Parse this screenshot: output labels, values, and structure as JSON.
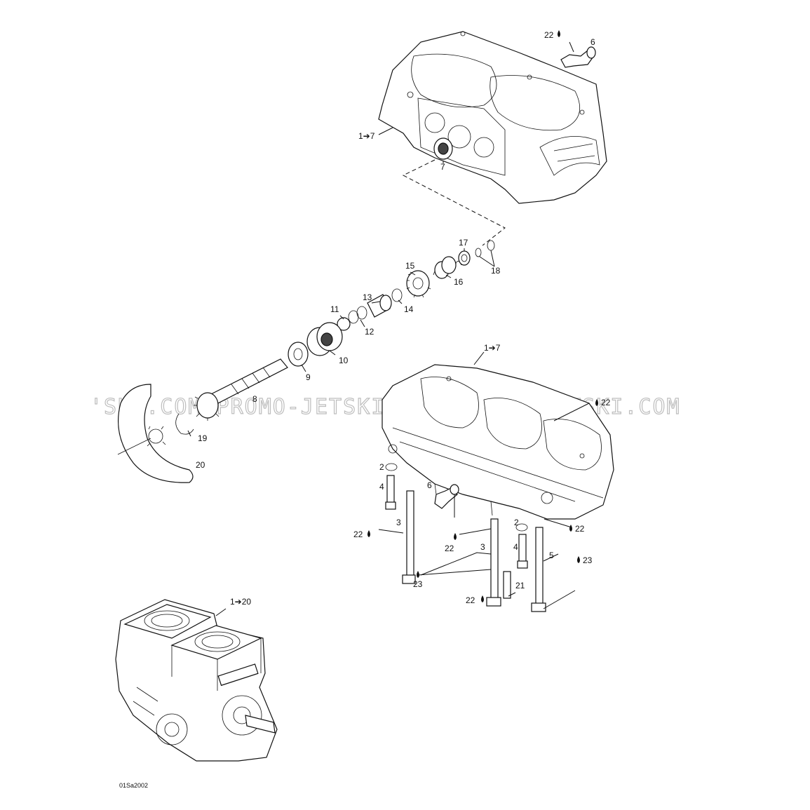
{
  "watermark": "'SKI.COM  PROMO-JETSKI.COM  PROMO-JETSKI.COM",
  "diagram_code": "01Sa2002",
  "callouts": [
    {
      "id": "c22a",
      "text": "22"
    },
    {
      "id": "c6a",
      "text": "6"
    },
    {
      "id": "c1to7a",
      "text": "1➔7"
    },
    {
      "id": "c7",
      "text": "7"
    },
    {
      "id": "c17",
      "text": "17"
    },
    {
      "id": "c18",
      "text": "18"
    },
    {
      "id": "c15",
      "text": "15"
    },
    {
      "id": "c16",
      "text": "16"
    },
    {
      "id": "c13",
      "text": "13"
    },
    {
      "id": "c14",
      "text": "14"
    },
    {
      "id": "c11",
      "text": "11"
    },
    {
      "id": "c12",
      "text": "12"
    },
    {
      "id": "c10",
      "text": "10"
    },
    {
      "id": "c9",
      "text": "9"
    },
    {
      "id": "c8",
      "text": "8"
    },
    {
      "id": "c19",
      "text": "19"
    },
    {
      "id": "c20",
      "text": "20"
    },
    {
      "id": "c1to7b",
      "text": "1➔7"
    },
    {
      "id": "c22b",
      "text": "22"
    },
    {
      "id": "c2a",
      "text": "2"
    },
    {
      "id": "c4a",
      "text": "4"
    },
    {
      "id": "c6b",
      "text": "6"
    },
    {
      "id": "c3a",
      "text": "3"
    },
    {
      "id": "c22c",
      "text": "22"
    },
    {
      "id": "c22d",
      "text": "22"
    },
    {
      "id": "c2b",
      "text": "2"
    },
    {
      "id": "c22e",
      "text": "22"
    },
    {
      "id": "c3b",
      "text": "3"
    },
    {
      "id": "c4b",
      "text": "4"
    },
    {
      "id": "c5",
      "text": "5"
    },
    {
      "id": "c23a",
      "text": "23"
    },
    {
      "id": "c23b",
      "text": "23"
    },
    {
      "id": "c21",
      "text": "21"
    },
    {
      "id": "c22f",
      "text": "22"
    },
    {
      "id": "c1to20",
      "text": "1➔20"
    }
  ]
}
